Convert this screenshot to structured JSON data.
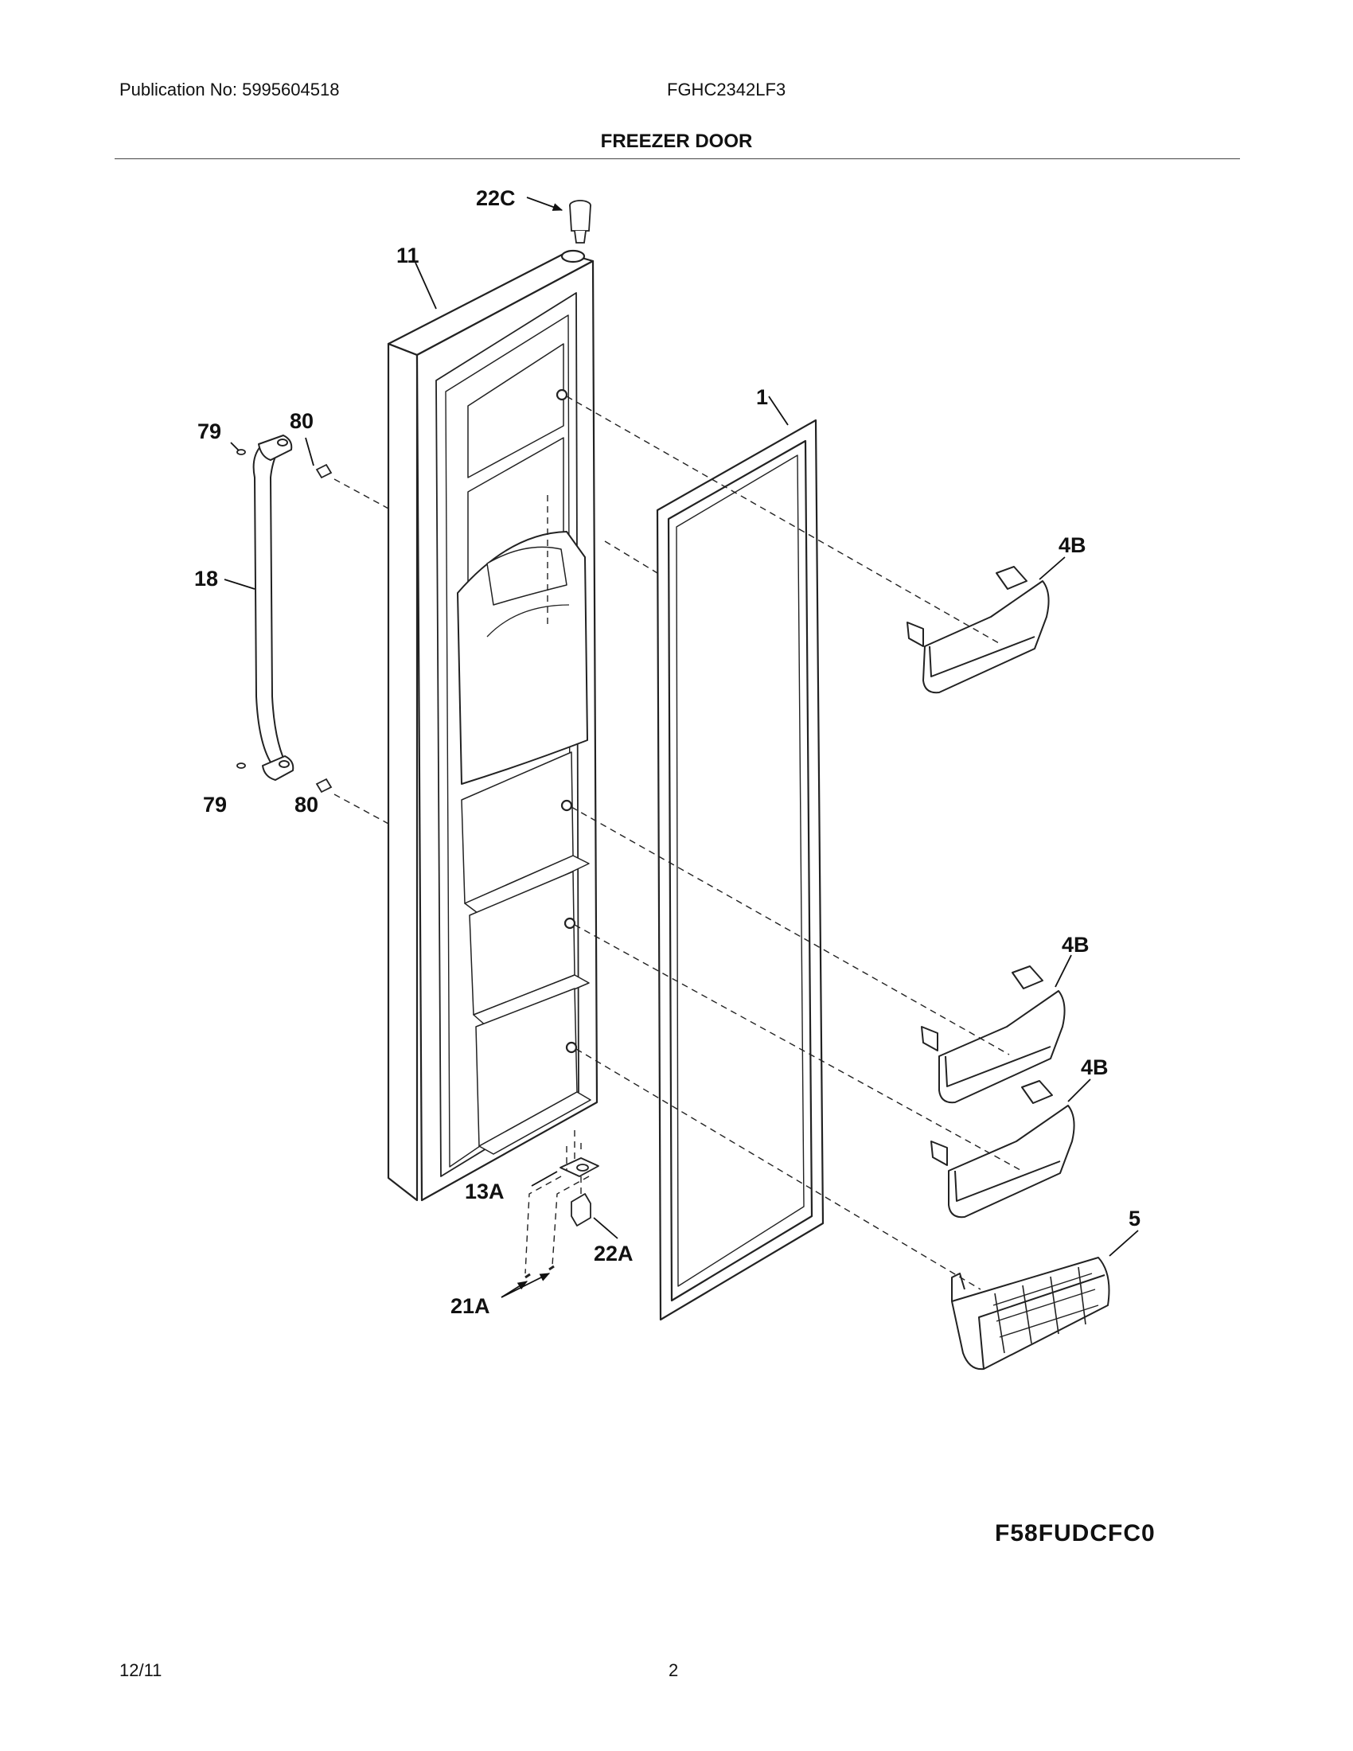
{
  "header": {
    "publication": "Publication No: 5995604518",
    "model": "FGHC2342LF3",
    "title": "FREEZER DOOR"
  },
  "callouts": {
    "p22C": "22C",
    "p11": "11",
    "p1": "1",
    "p79_top": "79",
    "p80_top": "80",
    "p18": "18",
    "p79_bottom": "79",
    "p80_bottom": "80",
    "p4B_1": "4B",
    "p4B_2": "4B",
    "p4B_3": "4B",
    "p13A": "13A",
    "p22A": "22A",
    "p21A": "21A",
    "p5": "5"
  },
  "figure_code": "F58FUDCFC0",
  "footer": {
    "date": "12/11",
    "page": "2"
  }
}
